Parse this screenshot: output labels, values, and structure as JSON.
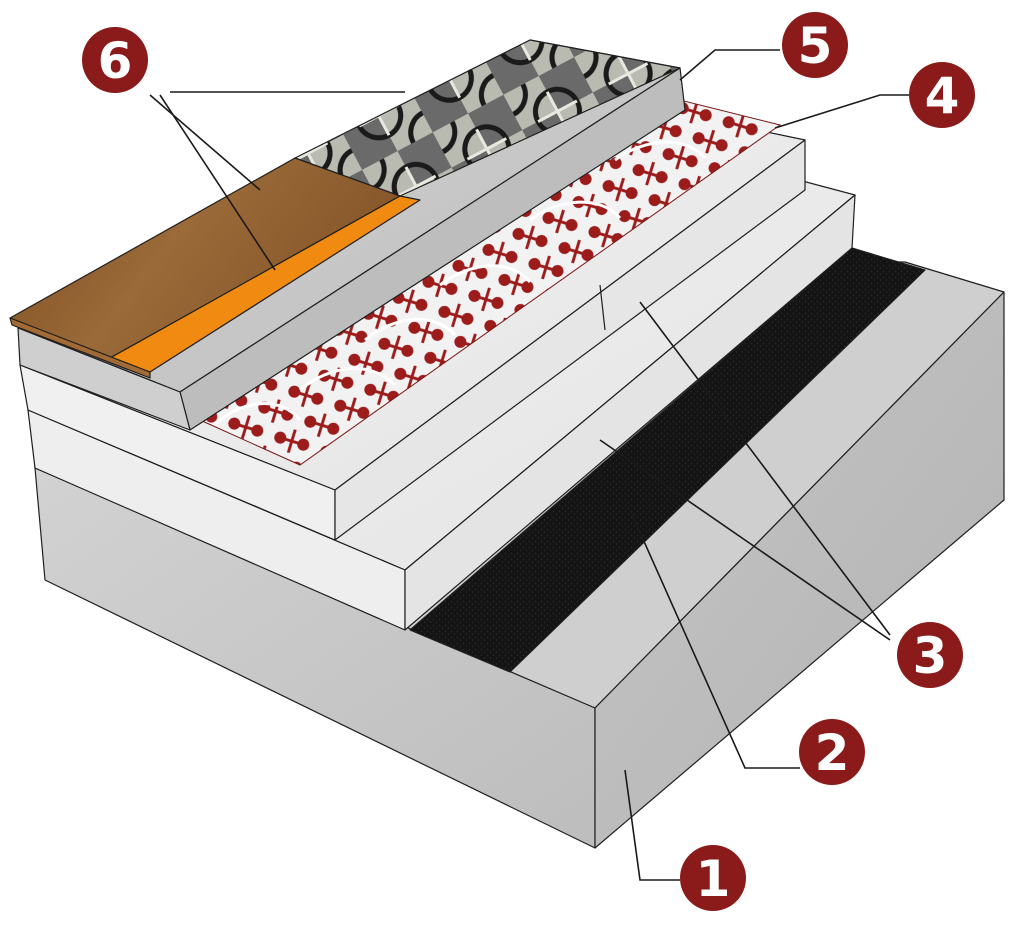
{
  "callouts": [
    {
      "id": "1",
      "label": "1"
    },
    {
      "id": "2",
      "label": "2"
    },
    {
      "id": "3",
      "label": "3"
    },
    {
      "id": "4",
      "label": "4"
    },
    {
      "id": "5",
      "label": "5"
    },
    {
      "id": "6",
      "label": "6"
    }
  ],
  "colors": {
    "callout_fill": "#8b1a1a",
    "concrete": "#c9c9c9",
    "waterproofing": "#151515",
    "insulation": "#ececec",
    "heating_mat": "#9c1c1c",
    "heating_pipe": "#ffffff",
    "screed": "#c2c2c2",
    "wood_floor": "#8a5a2b",
    "underlay": "#f08a10",
    "tile": "#6e6e6e"
  }
}
